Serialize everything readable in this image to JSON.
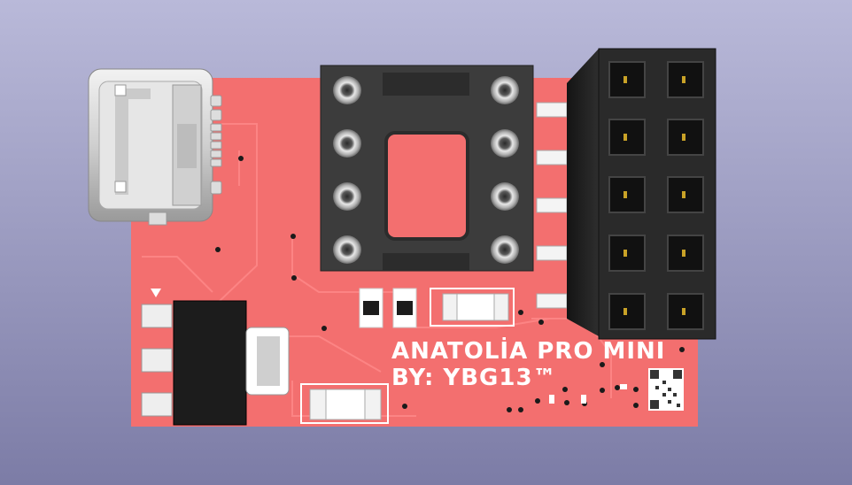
{
  "viewer": {
    "background_top": "#b9b9d9",
    "background_bottom": "#7c7ca6"
  },
  "board": {
    "title": "ANATOLİA PRO MINI",
    "author": "BY: YBG13™",
    "colors": {
      "solder_mask": "#f36f6f",
      "silkscreen": "#ffffff",
      "socket": "#3c3c3c",
      "header": "#2a2a2a",
      "usb_metal": "#d8d8d8",
      "pad": "#eeeeee"
    },
    "components": [
      {
        "name": "USB-C connector",
        "icon": "usb-c-icon"
      },
      {
        "name": "DIP-8 socket",
        "icon": "ic-socket-icon",
        "pins": 8
      },
      {
        "name": "2x5 female header",
        "icon": "header-icon",
        "pins": 10
      },
      {
        "name": "Voltage regulator",
        "icon": "regulator-icon"
      },
      {
        "name": "SMD capacitor",
        "icon": "capacitor-icon"
      },
      {
        "name": "SMD resistor",
        "icon": "resistor-icon"
      },
      {
        "name": "QR code",
        "icon": "qr-code-icon"
      }
    ]
  }
}
